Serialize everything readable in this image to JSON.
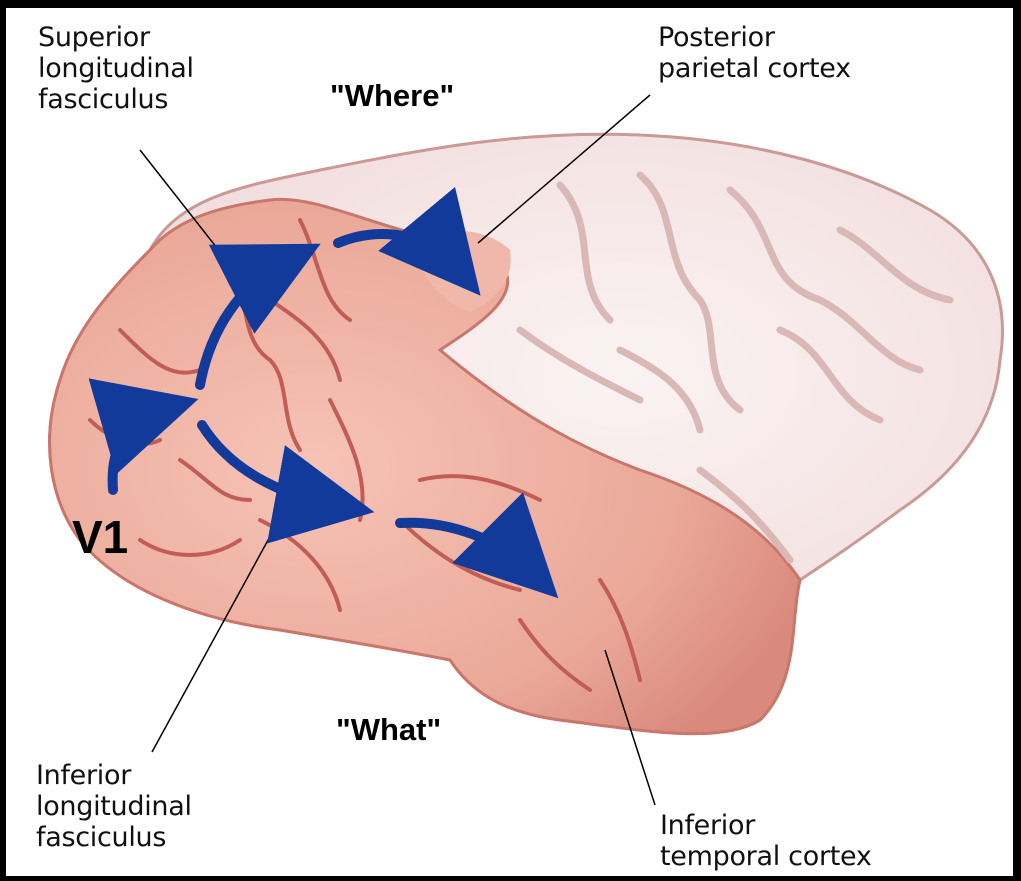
{
  "labels": {
    "superior_longitudinal_fasciculus": "Superior\nlongitudinal\nfasciculus",
    "posterior_parietal_cortex": "Posterior\nparietal cortex",
    "where": "\"Where\"",
    "what": "\"What\"",
    "v1": "V1",
    "inferior_longitudinal_fasciculus": "Inferior\nlongitudinal\nfasciculus",
    "inferior_temporal_cortex": "Inferior\ntemporal cortex"
  },
  "colors": {
    "background": "#000000",
    "panel": "#ffffff",
    "arrow": "#123a9a",
    "visual_cortex_fill": "#e9a597",
    "frontal_cortex_fill": "#f2dede",
    "sulcus_stroke": "#c86a62",
    "outline": "#c98b85"
  }
}
